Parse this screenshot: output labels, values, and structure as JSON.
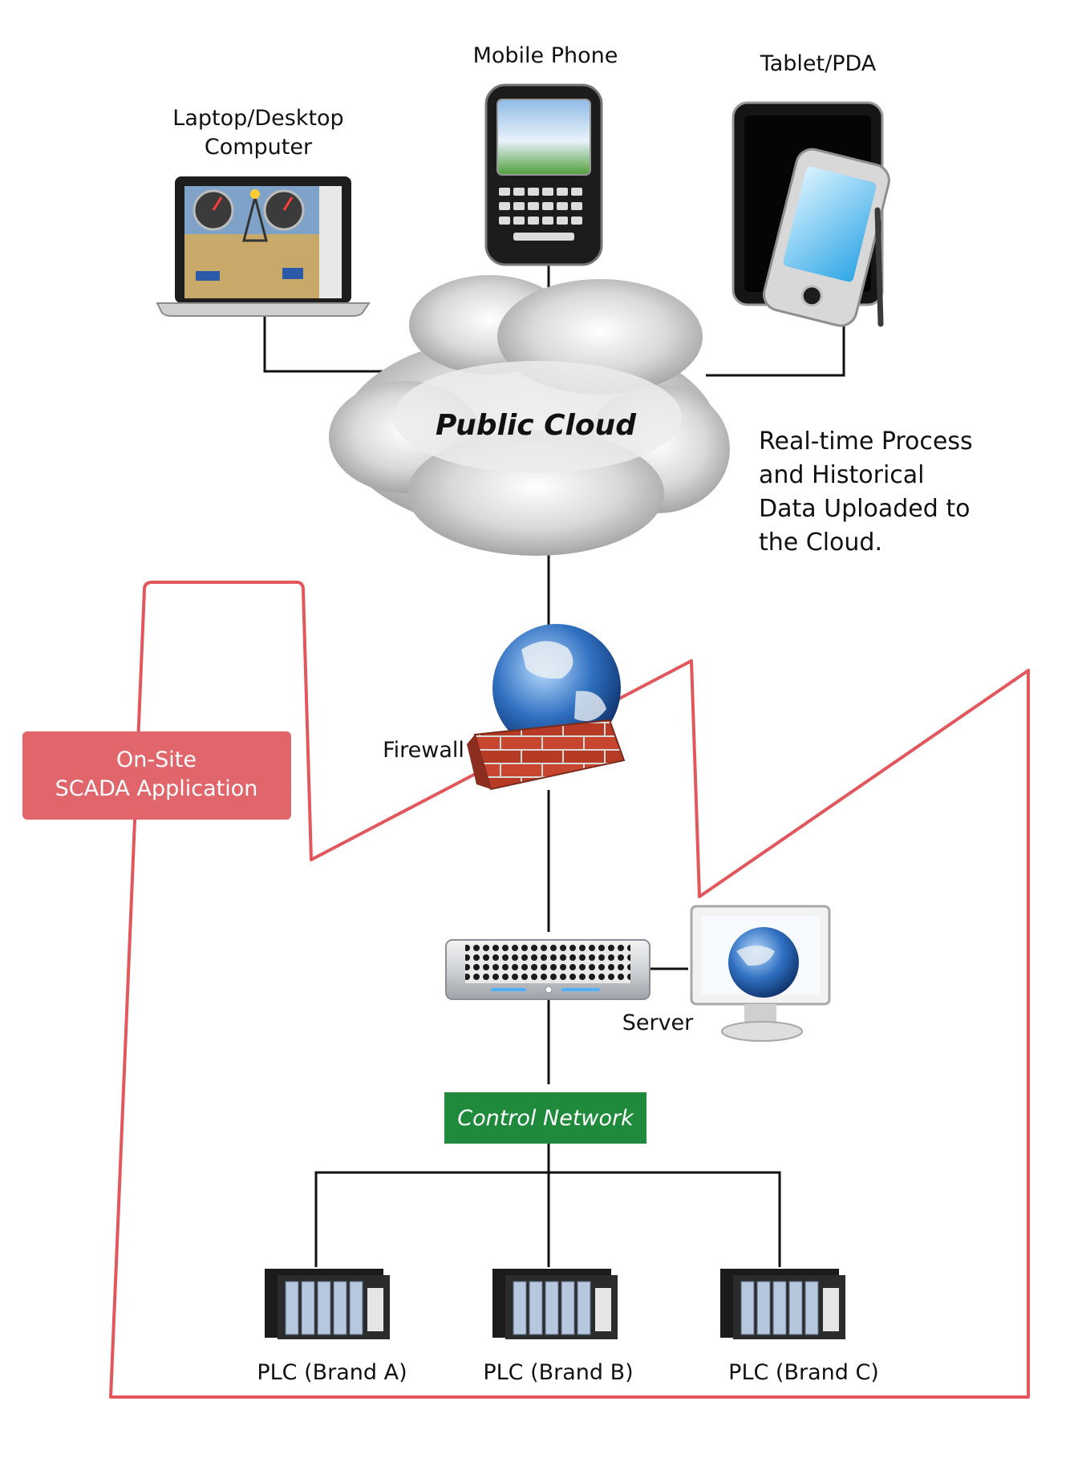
{
  "devices": {
    "laptop": {
      "label_line1": "Laptop/Desktop",
      "label_line2": "Computer",
      "icon": "laptop-icon"
    },
    "mobile": {
      "label": "Mobile Phone",
      "icon": "smartphone-icon"
    },
    "tablet": {
      "label": "Tablet/PDA",
      "icon": "tablet-pda-icon"
    }
  },
  "cloud": {
    "label": "Public Cloud",
    "icon": "cloud-icon"
  },
  "note": {
    "line1": "Real-time Process",
    "line2": "and Historical",
    "line3": "Data Uploaded to",
    "line4": "the Cloud."
  },
  "site": {
    "badge_line1": "On-Site",
    "badge_line2": "SCADA Application",
    "outline_color": "#e2575c",
    "badge_color": "#e0666b"
  },
  "firewall": {
    "label": "Firewall",
    "icon": "firewall-globe-icon"
  },
  "server": {
    "label": "Server",
    "icon": "rack-server-icon",
    "monitor_icon": "monitor-globe-icon"
  },
  "network": {
    "label": "Control Network",
    "color": "#1f8a3c"
  },
  "plcs": [
    {
      "label": "PLC (Brand A)",
      "icon": "plc-rack-icon"
    },
    {
      "label": "PLC (Brand B)",
      "icon": "plc-rack-icon"
    },
    {
      "label": "PLC (Brand C)",
      "icon": "plc-rack-icon"
    }
  ]
}
